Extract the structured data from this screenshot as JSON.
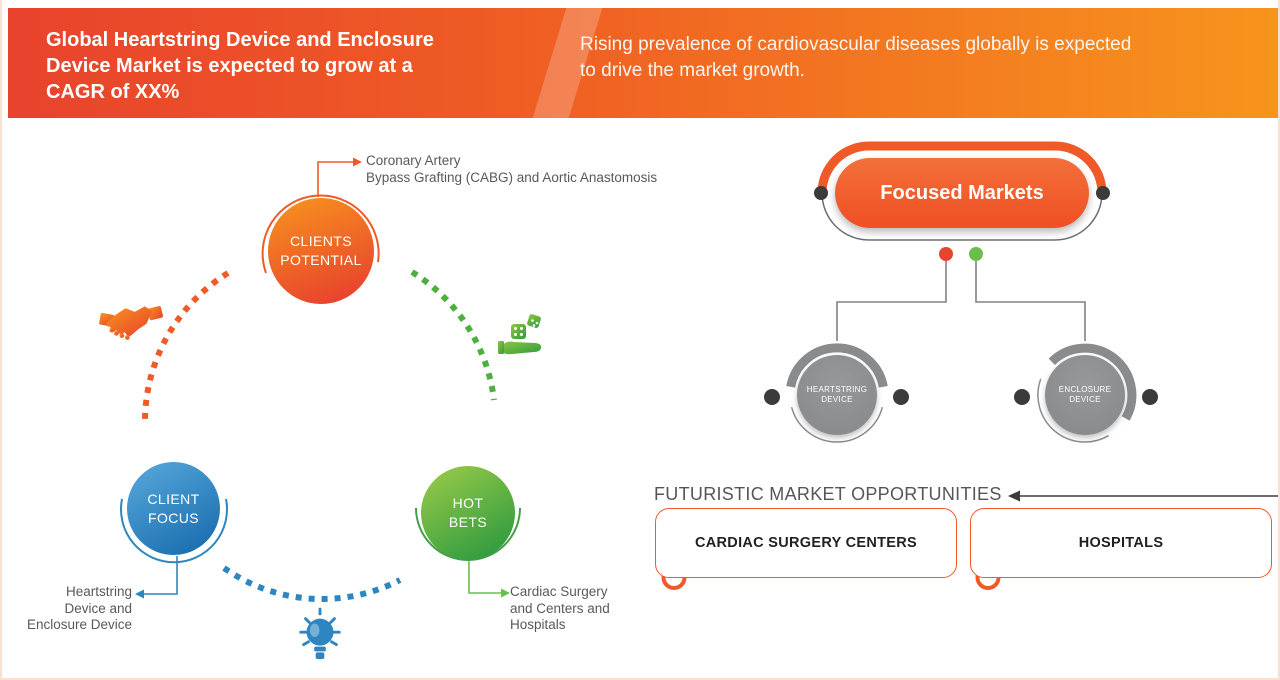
{
  "colors": {
    "banner-left": "#e8432d",
    "banner-right": "#f7941d",
    "accent-orange": "#f05a28",
    "blue": "#1f78b5",
    "green": "#2f9b3f",
    "gray-text": "#58595b",
    "node-gray": "#8a8b8d",
    "dot-dark": "#3b3b3c",
    "line-gray": "#808285",
    "frame": "#f8e0d2"
  },
  "banner": {
    "title": "Global Heartstring Device and Enclosure\nDevice Market is expected to grow at a\nCAGR of XX%",
    "subtitle": "Rising prevalence of cardiovascular diseases globally is expected\nto drive the market growth."
  },
  "cycle": {
    "clients_potential": {
      "label": "CLIENTS\nPOTENTIAL",
      "annotation": "Coronary Artery\nBypass Grafting (CABG) and Aortic Anastomosis"
    },
    "client_focus": {
      "label": "CLIENT\nFOCUS",
      "annotation": "Heartstring\nDevice and\nEnclosure Device"
    },
    "hot_bets": {
      "label": "HOT\nBETS",
      "annotation": "Cardiac Surgery\nand Centers and\nHospitals"
    }
  },
  "focused_markets": {
    "title": "Focused Markets",
    "nodes": [
      {
        "label": "HEARTSTRING\nDEVICE"
      },
      {
        "label": "ENCLOSURE DEVICE"
      }
    ]
  },
  "opportunities": {
    "heading": "FUTURISTIC MARKET OPPORTUNITIES",
    "items": [
      {
        "label": "CARDIAC SURGERY CENTERS"
      },
      {
        "label": "HOSPITALS"
      }
    ]
  }
}
